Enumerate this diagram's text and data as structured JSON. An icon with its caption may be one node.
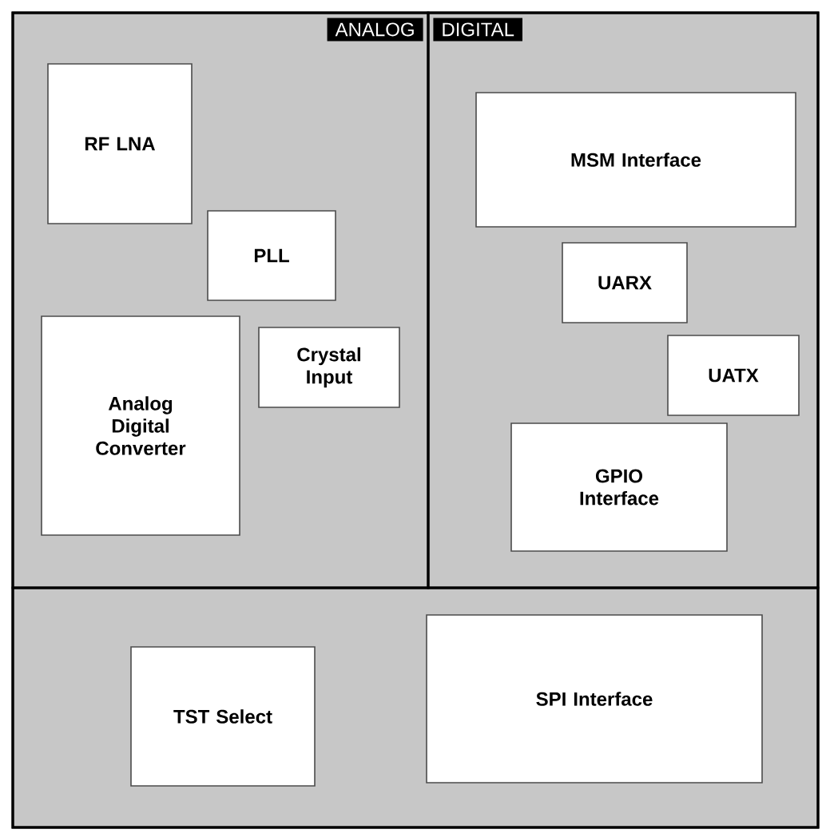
{
  "diagram": {
    "nodes": [
      {
        "text": [
          "ANALOG"
        ]
      },
      {
        "text": [
          "RF LNA"
        ],
        "in": 0
      },
      {
        "text": [
          "PLL"
        ],
        "in": 0
      },
      {
        "text": [
          "Analog Digital Converter"
        ],
        "in": 0
      },
      {
        "text": [
          "Crystal Input"
        ],
        "in": 0
      },
      {
        "text": [
          "DIGITAL"
        ]
      },
      {
        "text": [
          "MSM Interface"
        ],
        "in": 5
      },
      {
        "text": [
          "UARX"
        ],
        "in": 5
      },
      {
        "text": [
          "UATX"
        ],
        "in": 5
      },
      {
        "text": [
          "GPIO Interface"
        ],
        "in": 5
      },
      {
        "text": [],
        "shape": "box"
      },
      {
        "text": [
          "TST Select"
        ],
        "in": 10
      },
      {
        "text": [
          "SPI Interface"
        ],
        "in": 10
      }
    ]
  }
}
